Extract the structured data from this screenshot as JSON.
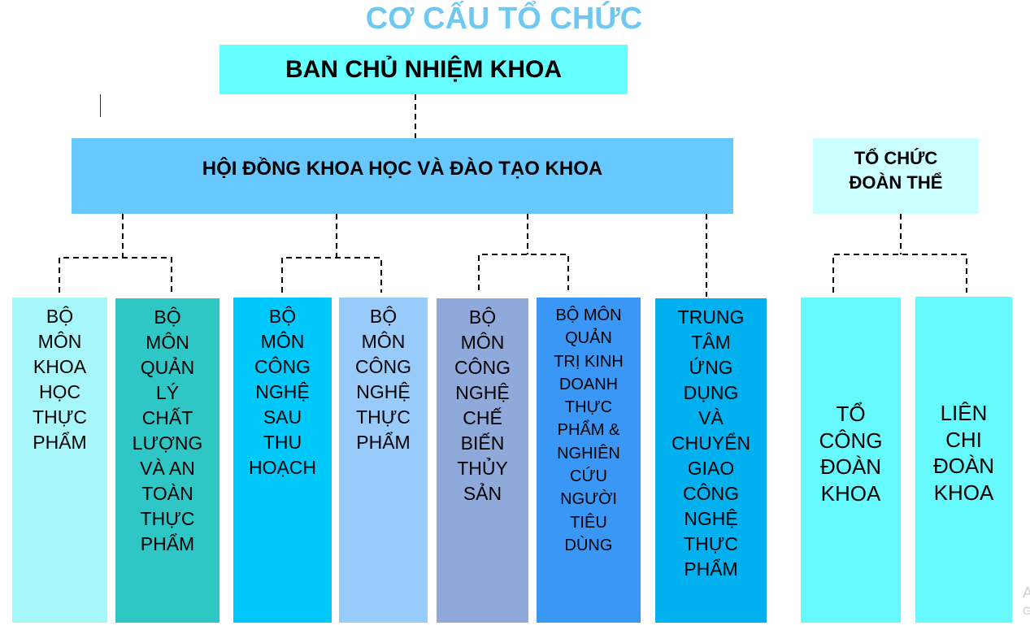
{
  "title": "CƠ CẤU TỔ CHỨC",
  "top_box": "BAN CHỦ NHIỆM KHOA",
  "council_box": "HỘI ĐỒNG KHOA HỌC VÀ ĐÀO TẠO KHOA",
  "union_box": [
    "TỔ CHỨC",
    "ĐOÀN THỂ"
  ],
  "departments": [
    {
      "lines": [
        "BỘ",
        "MÔN",
        "KHOA",
        "HỌC",
        "THỰC",
        "PHẨM"
      ],
      "color": "#a6f6fa"
    },
    {
      "lines": [
        "BỘ",
        "MÔN",
        "QUẢN",
        "LÝ",
        "CHẤT",
        "LƯỢNG",
        "VÀ AN",
        "TOÀN",
        "THỰC",
        "PHẨM"
      ],
      "color": "#2fc7c5"
    },
    {
      "lines": [
        "BỘ",
        "MÔN",
        "CÔNG",
        "NGHỆ",
        "SAU",
        "THU",
        "HOẠCH"
      ],
      "color": "#00c8fa"
    },
    {
      "lines": [
        "BỘ",
        "MÔN",
        "CÔNG",
        "NGHỆ",
        "THỰC",
        "PHẨM"
      ],
      "color": "#98cafa"
    },
    {
      "lines": [
        "BỘ",
        "MÔN",
        "CÔNG",
        "NGHỆ",
        "CHẾ",
        "BIẾN",
        "THỦY",
        "SẢN"
      ],
      "color": "#8fa9da"
    },
    {
      "lines": [
        "BỘ MÔN",
        "QUẢN",
        "TRỊ KINH",
        "DOANH",
        "THỰC",
        "PHẨM &",
        "NGHIÊN",
        "CỨU",
        "NGƯỜI",
        "TIÊU",
        "DÙNG"
      ],
      "color": "#3a97f6"
    },
    {
      "lines": [
        "TRUNG",
        "TÂM",
        "ỨNG",
        "DỤNG",
        "VÀ",
        "CHUYỂN",
        "GIAO",
        "CÔNG",
        "NGHỆ",
        "THỰC",
        "PHẨM"
      ],
      "color": "#00b0ef"
    }
  ],
  "unions": [
    {
      "lines": [
        "TỔ",
        "CÔNG",
        "ĐOÀN",
        "KHOA"
      ],
      "color": "#66fafd"
    },
    {
      "lines": [
        "LIÊN",
        "CHI",
        "ĐOÀN",
        "KHOA"
      ],
      "color": "#66fafd"
    }
  ],
  "corner_text": [
    "A",
    "G"
  ],
  "colors": {
    "title": "#6ec8f0",
    "top_box": "#66ffff",
    "council_box": "#66c8ff",
    "union_box": "#ccffff"
  }
}
